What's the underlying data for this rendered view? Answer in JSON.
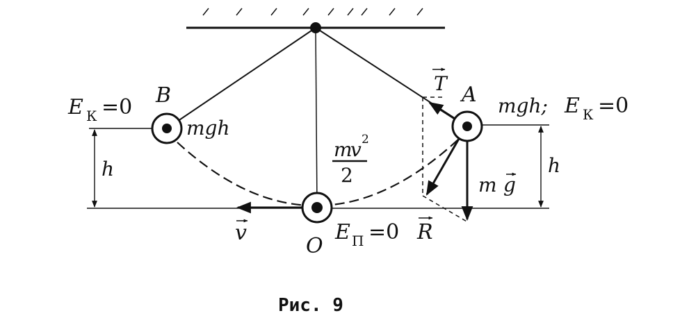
{
  "labels": {
    "B": "B",
    "A": "A",
    "O": "O",
    "mgh_left": "mgh",
    "mgh_right": "mgh;",
    "E": "E",
    "K": "К",
    "P": "П",
    "eq0": "=0",
    "h": "h",
    "m": "m",
    "v": "v",
    "two": "2",
    "sq": "2",
    "T": "T",
    "R": "R",
    "g": "g"
  },
  "caption": "Рис. 9",
  "colors": {
    "ink": "#111111",
    "paper": "#ffffff"
  }
}
